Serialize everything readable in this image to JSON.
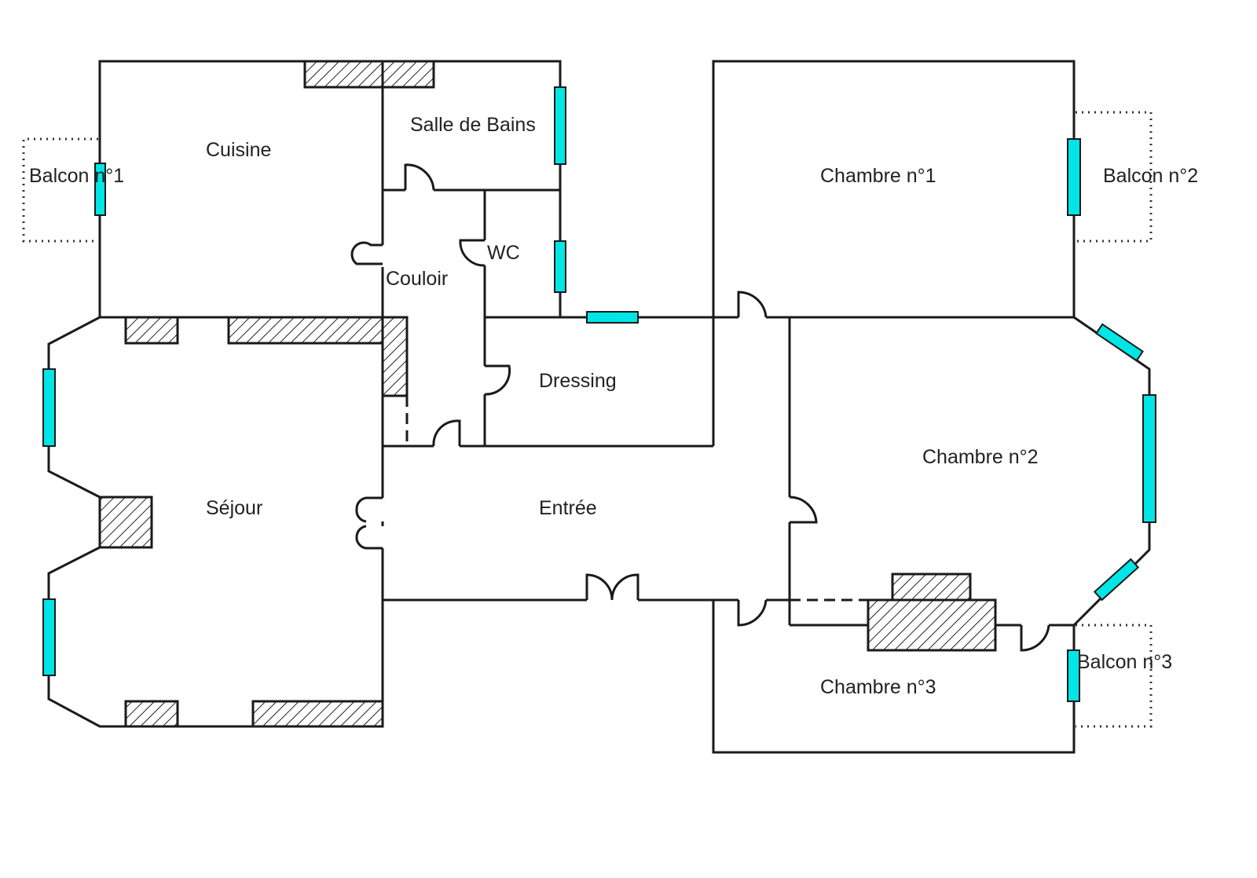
{
  "plan": {
    "rooms": {
      "cuisine": "Cuisine",
      "salle_de_bains": "Salle de Bains",
      "wc": "WC",
      "couloir": "Couloir",
      "dressing": "Dressing",
      "sejour": "Séjour",
      "entree": "Entrée",
      "chambre1": "Chambre n°1",
      "chambre2": "Chambre n°2",
      "chambre3": "Chambre n°3",
      "balcon1": "Balcon n°1",
      "balcon2": "Balcon n°2",
      "balcon3": "Balcon n°3"
    },
    "colors": {
      "window": "#00e5e5",
      "wall": "#1a1a1a"
    }
  }
}
